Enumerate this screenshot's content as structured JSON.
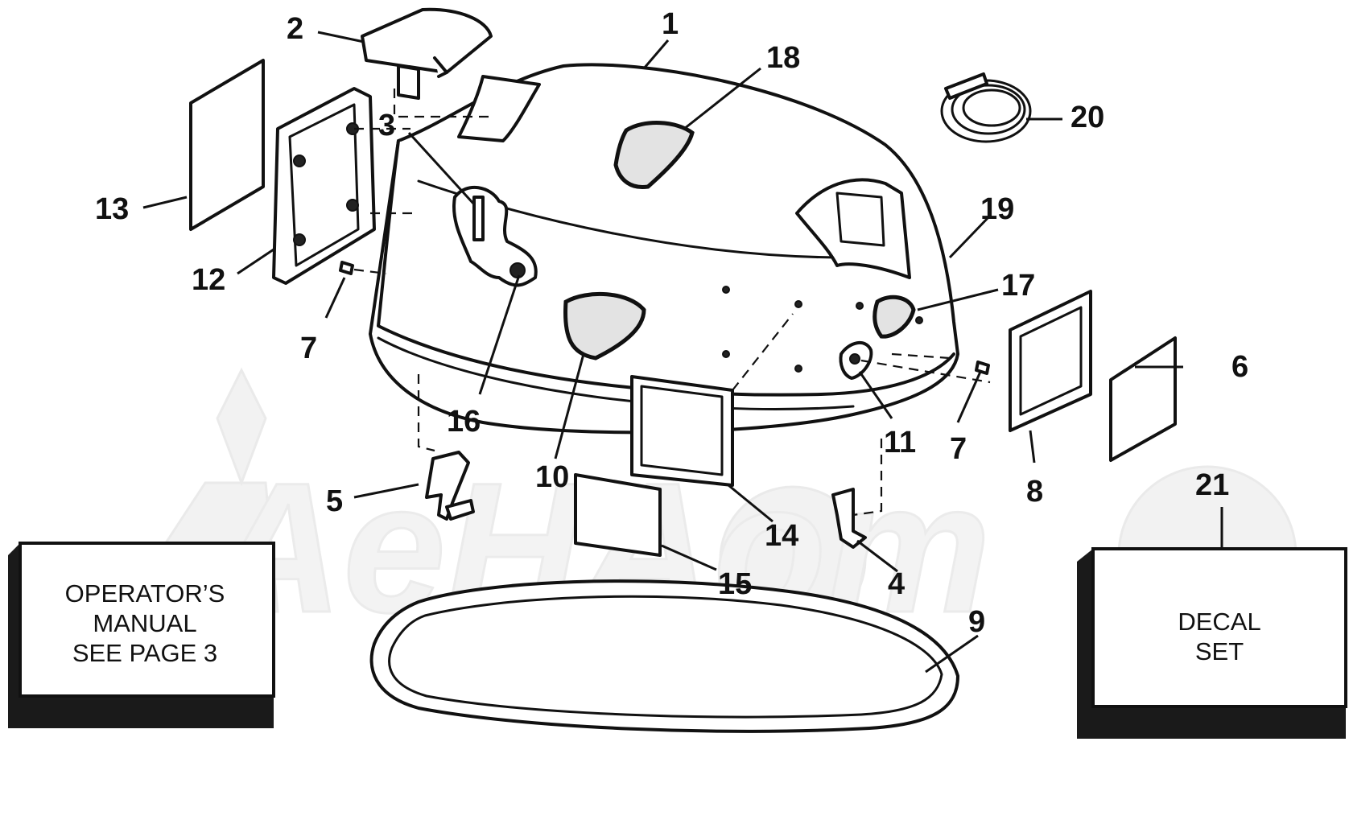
{
  "callouts": [
    "1",
    "2",
    "3",
    "4",
    "5",
    "6",
    "7",
    "7",
    "8",
    "9",
    "10",
    "11",
    "12",
    "13",
    "14",
    "15",
    "16",
    "17",
    "18",
    "19",
    "20",
    "21"
  ],
  "boxes": {
    "manual": [
      "OPERATOR’S",
      "MANUAL",
      "SEE PAGE 3"
    ],
    "decal": [
      "DECAL",
      "SET"
    ]
  },
  "watermark_text": "AeHAom"
}
